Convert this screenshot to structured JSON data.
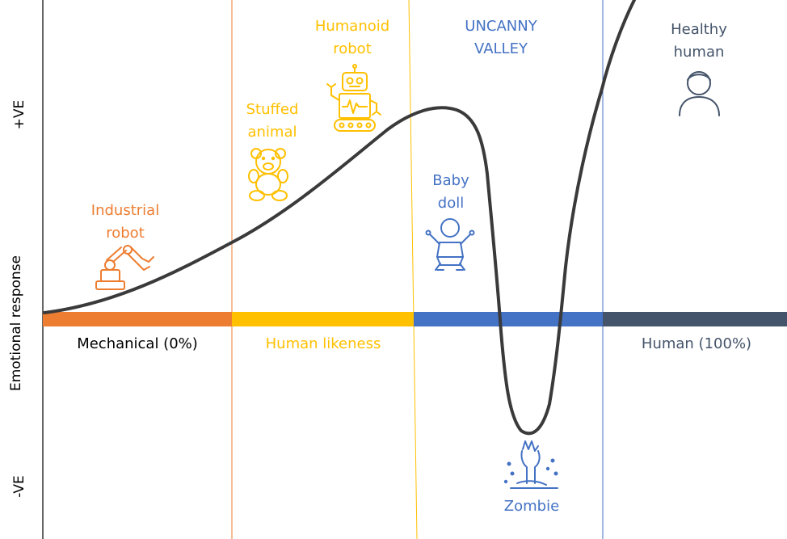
{
  "axis": {
    "positive": "+VE",
    "negative": "-VE",
    "ylabel": "Emotional response"
  },
  "bands": [
    {
      "label": "Mechanical (0%)",
      "color": "#ED7D31",
      "label_color": "#000000"
    },
    {
      "label": "Human likeness",
      "color": "#FFC000",
      "label_color": "#FFC000"
    },
    {
      "label": "",
      "color": "#4472C4",
      "label_color": "#4472C4"
    },
    {
      "label": "Human (100%)",
      "color": "#44546A",
      "label_color": "#44546A"
    }
  ],
  "region_title": {
    "line1": "UNCANNY",
    "line2": "VALLEY",
    "color": "#4472C4"
  },
  "items": {
    "industrial_robot": {
      "line1": "Industrial",
      "line2": "robot",
      "color": "#ED7D31",
      "icon": "robot-arm-icon"
    },
    "stuffed_animal": {
      "line1": "Stuffed",
      "line2": "animal",
      "color": "#FFC000",
      "icon": "teddy-bear-icon"
    },
    "humanoid_robot": {
      "line1": "Humanoid",
      "line2": "robot",
      "color": "#FFC000",
      "icon": "humanoid-robot-icon"
    },
    "baby_doll": {
      "line1": "Baby",
      "line2": "doll",
      "color": "#4472C4",
      "icon": "baby-doll-icon"
    },
    "zombie": {
      "line1": "Zombie",
      "color": "#4472C4",
      "icon": "zombie-hand-icon"
    },
    "healthy_human": {
      "line1": "Healthy",
      "line2": "human",
      "color": "#44546A",
      "icon": "person-icon"
    }
  },
  "curve_color": "#3A3A3A"
}
